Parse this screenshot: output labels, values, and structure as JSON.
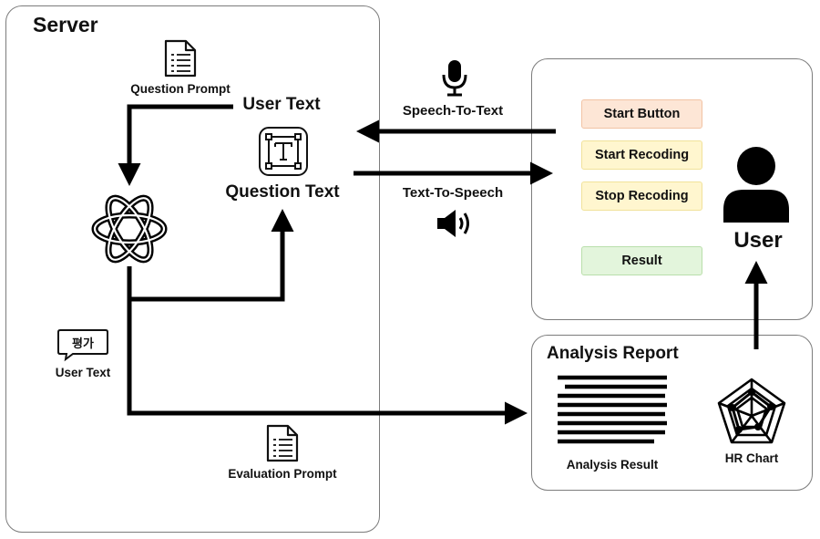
{
  "server": {
    "title": "Server",
    "question_prompt_label": "Question Prompt",
    "user_text_label": "User Text",
    "question_text_label": "Question Text",
    "korean_badge": "평가",
    "user_text_small_label": "User Text",
    "evaluation_prompt_label": "Evaluation Prompt"
  },
  "flows": {
    "speech_to_text": "Speech-To-Text",
    "text_to_speech": "Text-To-Speech"
  },
  "client": {
    "buttons": [
      {
        "label": "Start Button",
        "bg": "#fde6d6",
        "border": "#f2c3a4"
      },
      {
        "label": "Start Recoding",
        "bg": "#fff6cf",
        "border": "#f1e29a"
      },
      {
        "label": "Stop Recoding",
        "bg": "#fff6cf",
        "border": "#f1e29a"
      },
      {
        "label": "Result",
        "bg": "#e3f5dc",
        "border": "#b9dfab"
      }
    ],
    "user_label": "User"
  },
  "report": {
    "title": "Analysis Report",
    "analysis_result_label": "Analysis Result",
    "hr_chart_label": "HR Chart"
  }
}
